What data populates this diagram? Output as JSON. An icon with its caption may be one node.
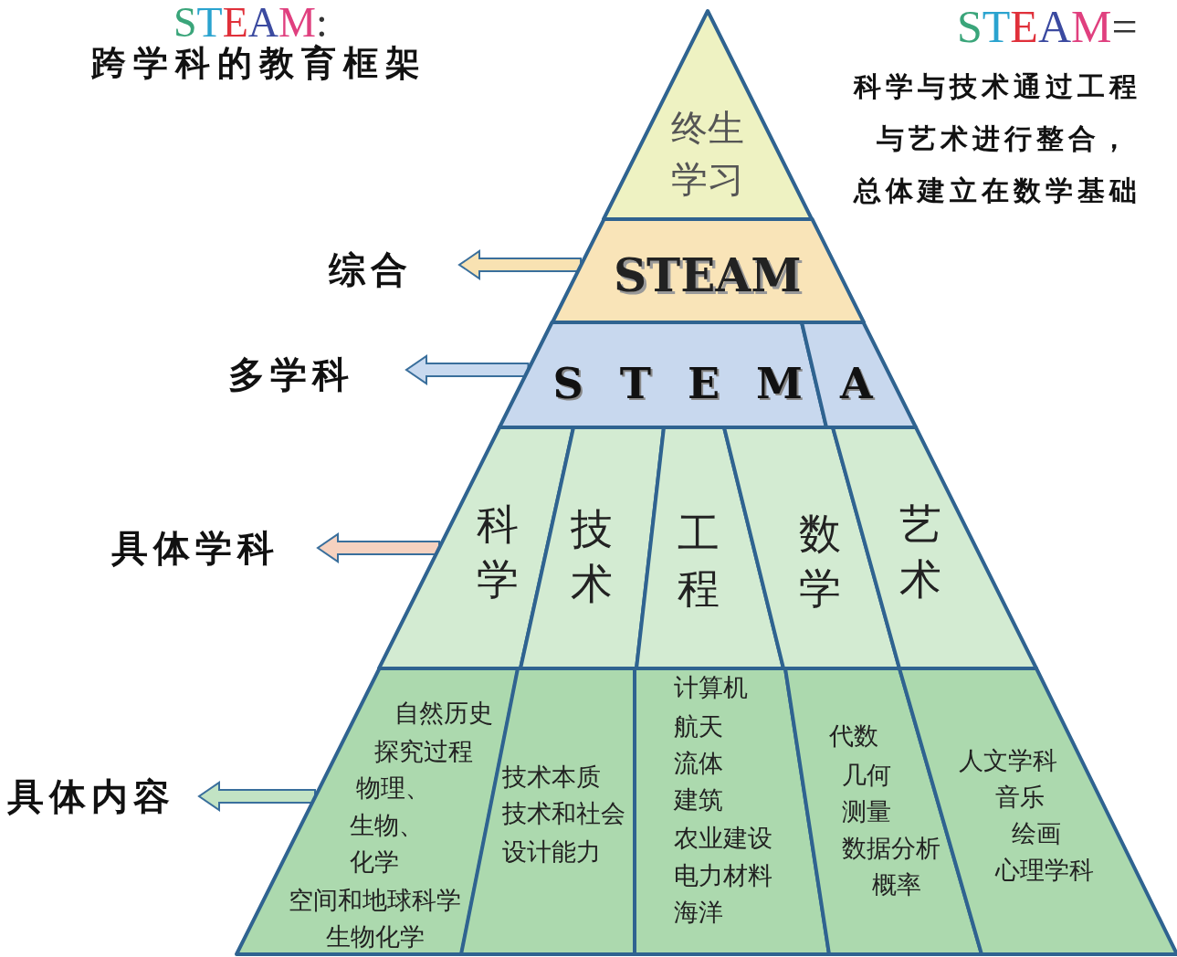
{
  "diagram": {
    "title": "STEAM:",
    "nodes": [
      {
        "text": [
          "终生学习"
        ]
      },
      {
        "text": [
          "STEAM"
        ]
      },
      {
        "text": [
          "S T E M"
        ]
      },
      {
        "text": [
          "A"
        ]
      },
      {
        "text": [
          "科学"
        ]
      },
      {
        "text": [
          "技术"
        ]
      },
      {
        "text": [
          "工程"
        ]
      },
      {
        "text": [
          "数学"
        ]
      },
      {
        "text": [
          "艺术"
        ]
      },
      {
        "text": [
          "自然历史",
          "探究过程",
          "物理、",
          "生物、",
          "化学",
          "空间和地球科学",
          "生物化学"
        ]
      },
      {
        "text": [
          "技术本质",
          "技术和社会",
          "设计能力"
        ]
      },
      {
        "text": [
          "计算机",
          "航天",
          "流体",
          "建筑",
          "农业建设",
          "电力材料",
          "海洋"
        ]
      },
      {
        "text": [
          "代数",
          "几何",
          "测量",
          "数据分析",
          "概率"
        ]
      },
      {
        "text": [
          "人文学科",
          "音乐",
          "绘画",
          "心理学科"
        ]
      },
      {
        "text": [
          "综合"
        ]
      },
      {
        "text": [
          "多学科"
        ]
      },
      {
        "text": [
          "具体学科"
        ]
      },
      {
        "text": [
          "具体内容"
        ]
      }
    ],
    "edges": [
      {
        "from": 1,
        "to": 14,
        "arrow": "to",
        "color": "#f8e2b2"
      },
      {
        "from": 2,
        "to": 15,
        "arrow": "to",
        "color": "#c8d9ef"
      },
      {
        "from": 4,
        "to": 16,
        "arrow": "to",
        "color": "#f6d2c0"
      },
      {
        "from": 9,
        "to": 17,
        "arrow": "to",
        "color": "#c2e3c4"
      }
    ],
    "labels": [
      "跨学科的教育框架",
      "STEAM=",
      "科学与技术通过工程",
      "与艺术进行整合，",
      "总体建立在数学基础"
    ]
  }
}
